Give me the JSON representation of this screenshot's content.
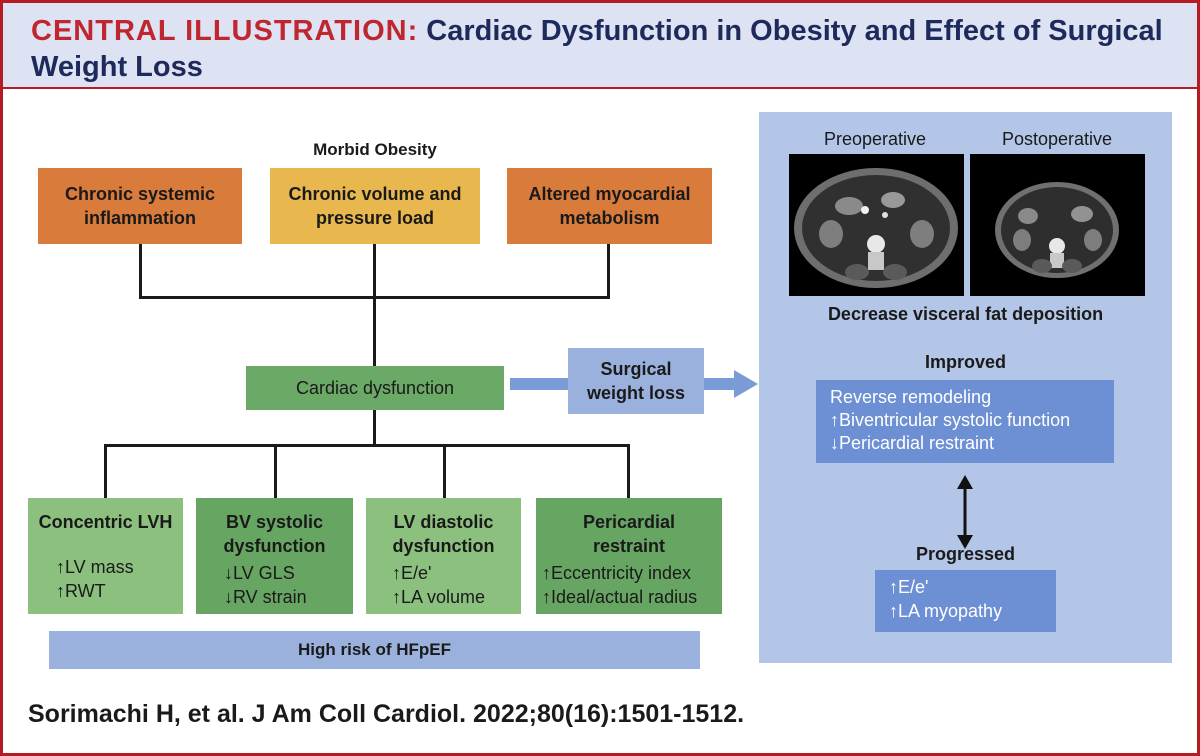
{
  "header": {
    "title_prefix": "CENTRAL ILLUSTRATION:",
    "title_rest": "Cardiac Dysfunction in Obesity and Effect of Surgical Weight Loss"
  },
  "diagram": {
    "top_label": "Morbid Obesity",
    "causes": [
      {
        "line1": "Chronic systemic",
        "line2": "inflammation"
      },
      {
        "line1": "Chronic volume and",
        "line2": "pressure load"
      },
      {
        "line1": "Altered myocardial",
        "line2": "metabolism"
      }
    ],
    "center": "Cardiac dysfunction",
    "intervention": {
      "line1": "Surgical",
      "line2": "weight loss"
    },
    "outcomes": [
      {
        "title1": "Concentric LVH",
        "title2": "",
        "items": [
          "↑LV mass",
          "↑RWT"
        ]
      },
      {
        "title1": "BV systolic",
        "title2": "dysfunction",
        "items": [
          "↓LV GLS",
          "↓RV strain"
        ]
      },
      {
        "title1": "LV diastolic",
        "title2": "dysfunction",
        "items": [
          "↑E/e'",
          "↑LA volume"
        ]
      },
      {
        "title1": "Pericardial",
        "title2": "restraint",
        "items": [
          "↑Eccentricity index",
          "↑Ideal/actual radius"
        ]
      }
    ],
    "risk": "High risk of HFpEF"
  },
  "panel": {
    "pre_label": "Preoperative",
    "post_label": "Postoperative",
    "caption": "Decrease visceral fat deposition",
    "improved_label": "Improved",
    "improved_items": [
      "Reverse remodeling",
      "↑Biventricular systolic function",
      "↓Pericardial restraint"
    ],
    "progressed_label": "Progressed",
    "progressed_items": [
      "↑E/e'",
      "↑LA myopathy"
    ]
  },
  "citation": "Sorimachi H, et al. J Am Coll Cardiol. 2022;80(16):1501-1512.",
  "colors": {
    "accent_red": "#c0262f",
    "title_navy": "#1f2a5c",
    "orange": "#d97b3b",
    "yellow": "#e8b84f",
    "green": "#6aa966",
    "light_green": "#8cc07f",
    "light_blue": "#9bb1dd",
    "mid_blue": "#6d8fd3",
    "panel_blue": "#b3c6e8"
  }
}
